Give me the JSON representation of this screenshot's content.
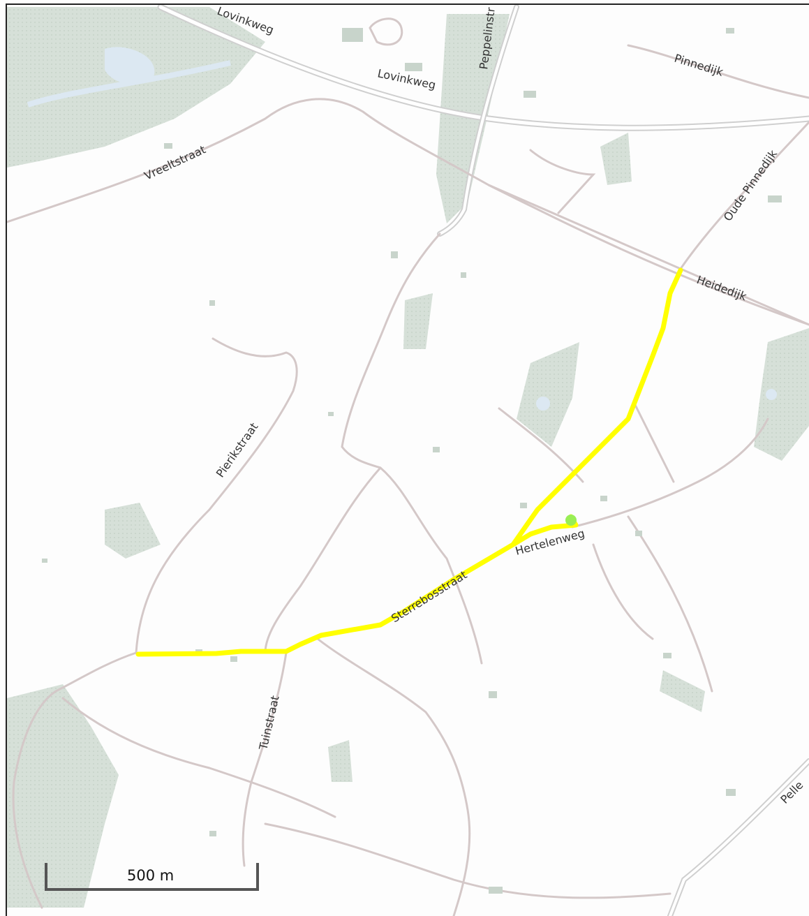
{
  "colors": {
    "background": "#fdfdfd",
    "road_main": "#cfcfcf",
    "road_minor": "#d6c9c9",
    "forest": "#d2ddd4",
    "water": "#dce8f2",
    "route": "#ffff00",
    "marker": "#99ee55",
    "scale": "#555555"
  },
  "streets": {
    "lovinkweg_1": "Lovinkweg",
    "lovinkweg_2": "Lovinkweg",
    "peppelinstraat": "Peppelinstr",
    "pinnedijk": "Pinnedijk",
    "oude_pinnedijk": "Oude Pinnedijk",
    "heidedijk": "Heidedijk",
    "vreeltstraat": "Vreeltstraat",
    "pierikstraat": "Pierikstraat",
    "tuinstraat": "Tuinstraat",
    "sterrebosstraat": "Sterrebosstraat",
    "hertelenweg": "Hertelenweg",
    "pelle": "Pelle"
  },
  "scale_bar": {
    "label": "500 m"
  },
  "route": {
    "name": "route-line"
  }
}
